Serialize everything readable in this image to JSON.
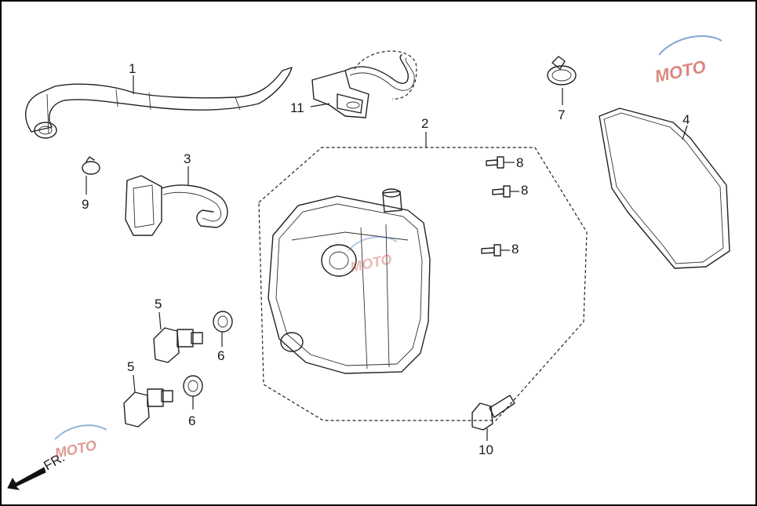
{
  "diagram": {
    "callouts": [
      "1",
      "2",
      "3",
      "4",
      "5",
      "5",
      "6",
      "6",
      "7",
      "8",
      "8",
      "8",
      "9",
      "10",
      "11"
    ],
    "front_indicator": "FR.",
    "watermark": "MOTO",
    "colors": {
      "line": "#222222",
      "watermark_red": "#c0392b",
      "watermark_blue": "#2e6cb5",
      "frame": "#000000"
    }
  }
}
